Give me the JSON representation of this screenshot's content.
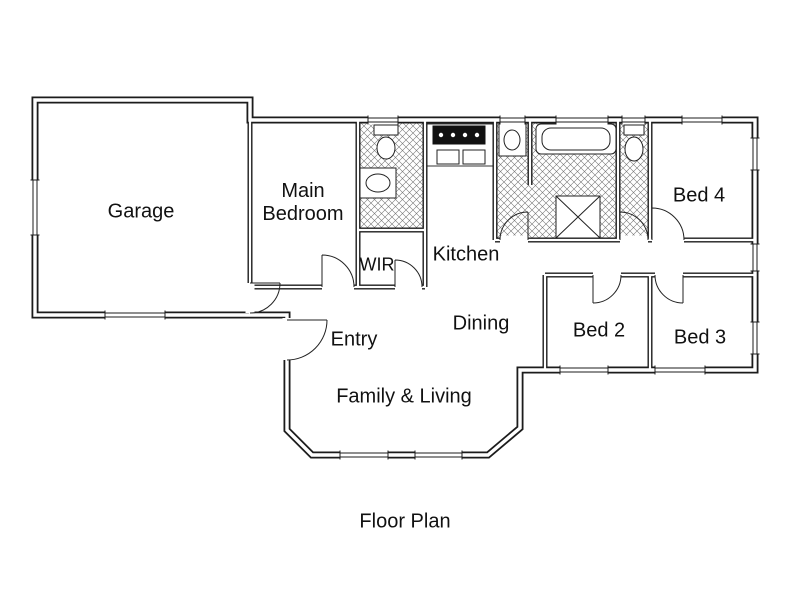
{
  "title": "Floor Plan",
  "caption": "Floor Plan",
  "rooms": [
    {
      "label": "Garage"
    },
    {
      "label": "Main Bedroom"
    },
    {
      "label": "WIR"
    },
    {
      "label": "Kitchen"
    },
    {
      "label": "Dining"
    },
    {
      "label": "Entry"
    },
    {
      "label": "Family & Living"
    },
    {
      "label": "Bed 2"
    },
    {
      "label": "Bed 3"
    },
    {
      "label": "Bed 4"
    }
  ],
  "colors": {
    "wall": "#1c1c1c",
    "background": "#ffffff",
    "tile_hatch": "#777777",
    "text": "#111111"
  }
}
